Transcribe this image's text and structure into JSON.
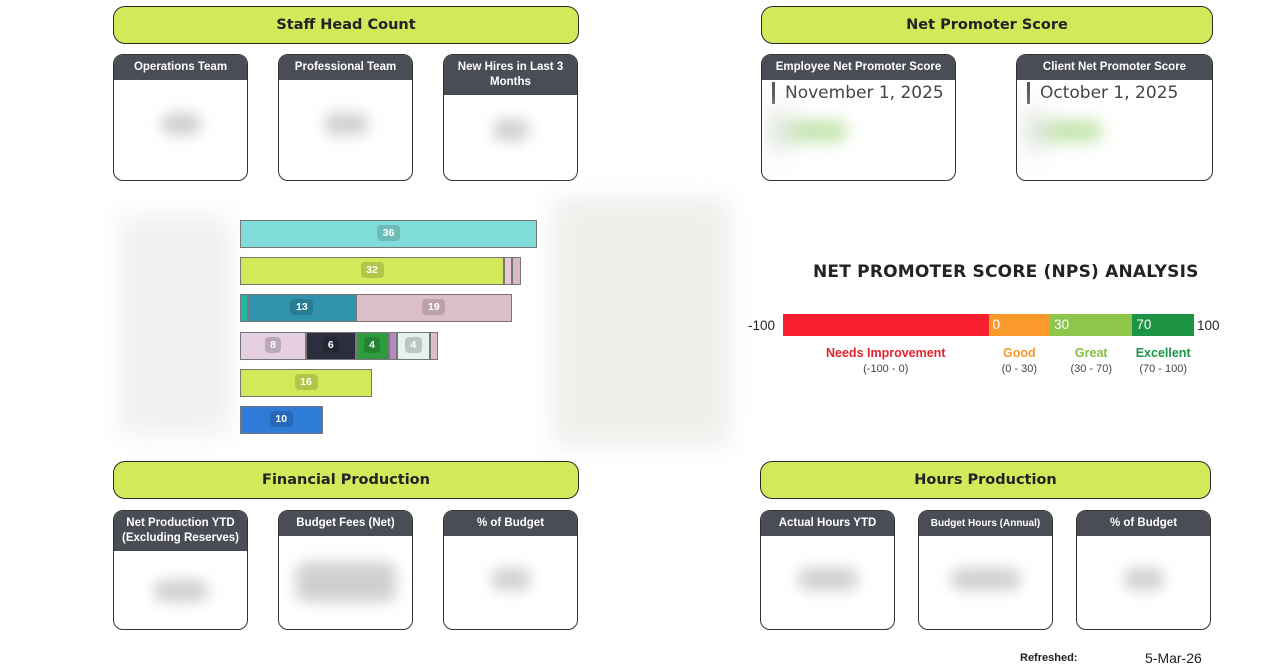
{
  "sections": {
    "staff": "Staff Head Count",
    "nps": "Net Promoter Score",
    "financial": "Financial Production",
    "hours": "Hours Production"
  },
  "staff_cards": {
    "operations": "Operations Team",
    "professional": "Professional Team",
    "new_hires": "New Hires in Last 3 Months"
  },
  "nps_cards": {
    "employee_title": "Employee Net Promoter Score",
    "employee_date": "November 1, 2025",
    "client_title": "Client Net Promoter Score",
    "client_date": "October 1, 2025"
  },
  "financial_cards": {
    "net_production": "Net Production YTD (Excluding Reserves)",
    "budget_fees": "Budget Fees (Net)",
    "pct_budget": "% of Budget"
  },
  "hours_cards": {
    "actual_hours": "Actual Hours YTD",
    "budget_hours": "Budget Hours (Annual)",
    "pct_budget": "% of Budget"
  },
  "chart_data": {
    "type": "bar",
    "orientation": "horizontal",
    "stacked": true,
    "rows": [
      {
        "segments": [
          {
            "value": 36,
            "color": "#80dcd8",
            "label": "36"
          }
        ]
      },
      {
        "segments": [
          {
            "value": 32,
            "color": "#d3e95a",
            "label": "32"
          },
          {
            "value": 1,
            "color": "#e6c8d8",
            "label": ""
          },
          {
            "value": 1,
            "color": "#d9b8c9",
            "label": ""
          }
        ]
      },
      {
        "segments": [
          {
            "value": 1,
            "color": "#1eb8a8",
            "label": ""
          },
          {
            "value": 13,
            "color": "#2f93ae",
            "label": "13"
          },
          {
            "value": 19,
            "color": "#dcbec6",
            "label": "19"
          }
        ]
      },
      {
        "segments": [
          {
            "value": 8,
            "color": "#e6cfe1",
            "label": "8"
          },
          {
            "value": 6,
            "color": "#2b2e3c",
            "label": "6"
          },
          {
            "value": 4,
            "color": "#2e9b3e",
            "label": "4"
          },
          {
            "value": 1,
            "color": "#b08cc0",
            "label": ""
          },
          {
            "value": 4,
            "color": "#e4f2f0",
            "label": "4"
          },
          {
            "value": 1,
            "color": "#dcbec6",
            "label": ""
          }
        ]
      },
      {
        "segments": [
          {
            "value": 16,
            "color": "#d3e95a",
            "label": "16"
          }
        ]
      },
      {
        "segments": [
          {
            "value": 10,
            "color": "#2e7bd8",
            "label": "10"
          }
        ]
      }
    ]
  },
  "nps_analysis": {
    "title": "NET PROMOTER SCORE (NPS) ANALYSIS",
    "min_label": "-100",
    "max_label": "100",
    "scale": [
      {
        "from": -100,
        "to": 0,
        "color": "#f71e2e",
        "name": "Needs Improvement",
        "range": "(-100 - 0)",
        "name_color": "#e6222e",
        "start_label": ""
      },
      {
        "from": 0,
        "to": 30,
        "color": "#f99a2a",
        "name": "Good",
        "range": "(0 - 30)",
        "name_color": "#f39a2c",
        "start_label": "0"
      },
      {
        "from": 30,
        "to": 70,
        "color": "#8dc64a",
        "name": "Great",
        "range": "(30 - 70)",
        "name_color": "#7fbf3f",
        "start_label": "30"
      },
      {
        "from": 70,
        "to": 100,
        "color": "#1d9443",
        "name": "Excellent",
        "range": "(70 - 100)",
        "name_color": "#1d9443",
        "start_label": "70"
      }
    ]
  },
  "footer": {
    "refreshed_label": "Refreshed:",
    "refreshed_date": "5-Mar-26"
  }
}
